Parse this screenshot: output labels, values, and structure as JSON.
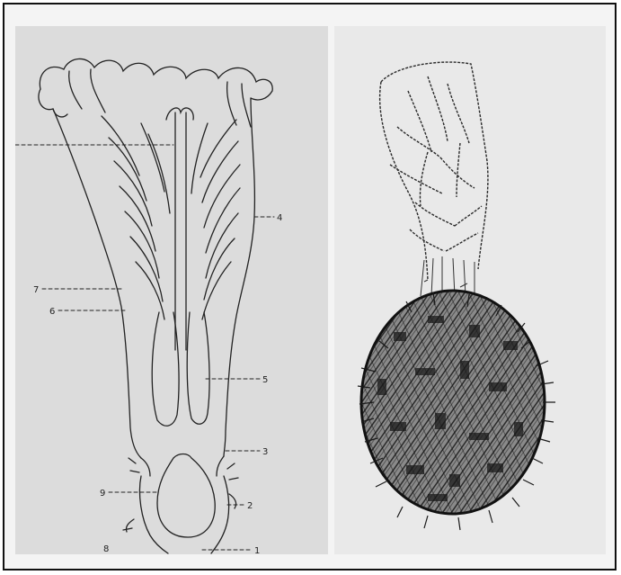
{
  "figure": {
    "left_panel": {
      "callouts": [
        {
          "id": "4",
          "text": "4"
        },
        {
          "id": "7",
          "text": "7"
        },
        {
          "id": "6",
          "text": "6"
        },
        {
          "id": "5",
          "text": "5"
        },
        {
          "id": "3",
          "text": "3"
        },
        {
          "id": "9",
          "text": "9"
        },
        {
          "id": "2",
          "text": "2"
        },
        {
          "id": "8",
          "text": "8"
        },
        {
          "id": "1",
          "text": "1"
        }
      ]
    }
  },
  "colors": {
    "ink": "#222222",
    "left_background": "#dcdcdc",
    "right_background": "#e9e9e9",
    "texture": "#333333"
  }
}
